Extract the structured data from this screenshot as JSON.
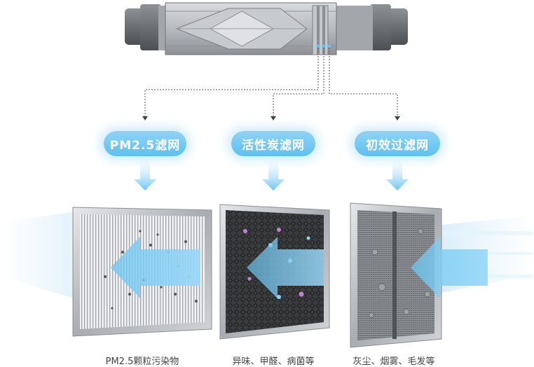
{
  "filters": [
    {
      "name": "PM2.5滤网",
      "caption": "PM2.5颗粒污染物"
    },
    {
      "name": "活性炭滤网",
      "caption": "异味、甲醛、病菌等"
    },
    {
      "name": "初效过滤网",
      "caption": "灰尘、烟雾、毛发等"
    }
  ],
  "colors": {
    "accent": "#6cc6f2",
    "arrow": "#7fcdf5",
    "unit_body": "#b9bcc1",
    "filter_frame": "#a7abb0"
  },
  "icons": [
    "ventilation-unit",
    "down-arrow-icon",
    "airflow-arrow-icon"
  ]
}
